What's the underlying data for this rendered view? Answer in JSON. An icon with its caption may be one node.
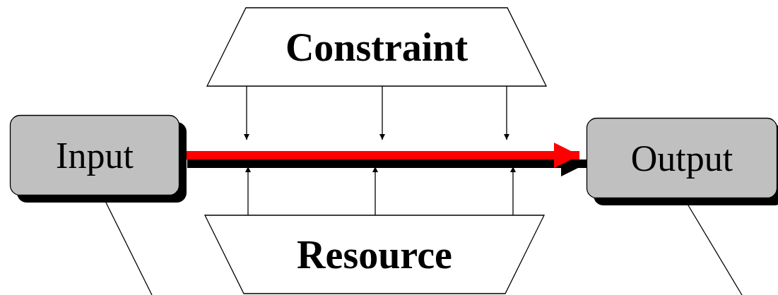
{
  "diagram": {
    "nodes": [
      {
        "text": [
          "Input"
        ]
      },
      {
        "text": [
          "Output"
        ]
      },
      {
        "text": [
          "Constraint"
        ]
      },
      {
        "text": [
          "Resource"
        ]
      }
    ],
    "edges": [
      {
        "from": 0,
        "to": 1,
        "arrow": "to",
        "style": "thick",
        "color": "#ff0000"
      },
      {
        "from": 2,
        "to": null,
        "arrow": "to"
      },
      {
        "from": 2,
        "to": null,
        "arrow": "to"
      },
      {
        "from": 2,
        "to": null,
        "arrow": "to"
      },
      {
        "from": 3,
        "to": null,
        "arrow": "to"
      },
      {
        "from": 3,
        "to": null,
        "arrow": "to"
      },
      {
        "from": 3,
        "to": null,
        "arrow": "to"
      },
      {
        "from": null,
        "to": 0,
        "arrow": "to"
      },
      {
        "from": null,
        "to": 1,
        "arrow": "to"
      }
    ]
  }
}
